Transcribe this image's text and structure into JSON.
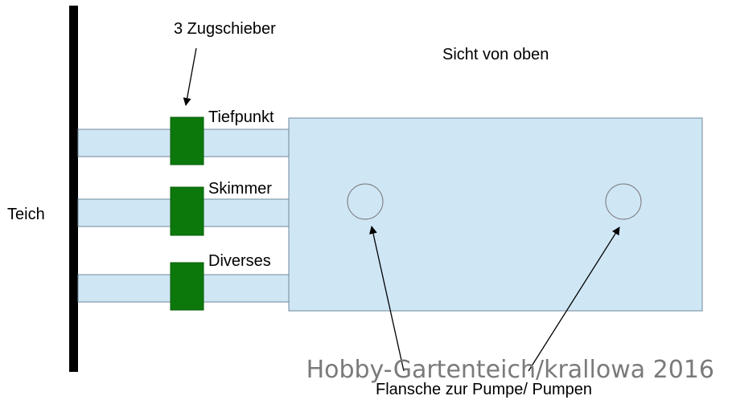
{
  "labels": {
    "pond": "Teich",
    "gate_valves": "3 Zugschieber",
    "view": "Sicht von oben",
    "pipe_lowpoint": "Tiefpunkt",
    "pipe_skimmer": "Skimmer",
    "pipe_misc": "Diverses",
    "flanges": "Flansche zur Pumpe/ Pumpen"
  },
  "watermark": "Hobby-Gartenteich/krallowa 2016",
  "colors": {
    "water": "#cfe6f5",
    "valve": "#0c780c",
    "wall": "#000000",
    "outline": "#6f8a9c",
    "watermark": "#7a7a7a"
  }
}
